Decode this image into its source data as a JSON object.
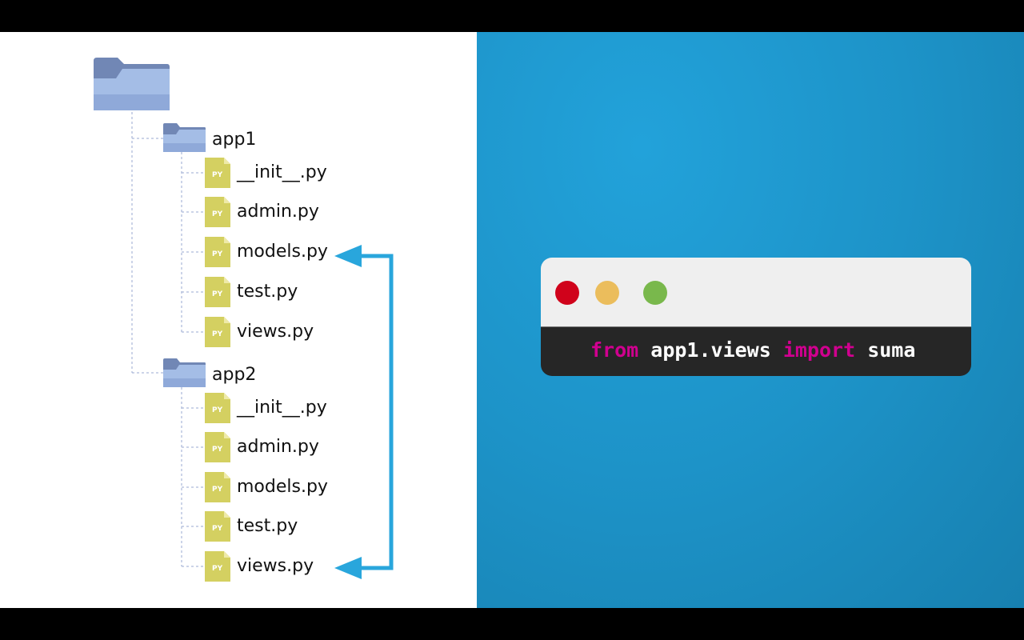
{
  "diagram": {
    "root": {
      "icon": "folder-icon"
    },
    "folders": [
      {
        "name": "app1",
        "files": [
          "__init__.py",
          "admin.py",
          "models.py",
          "test.py",
          "views.py"
        ]
      },
      {
        "name": "app2",
        "files": [
          "__init__.py",
          "admin.py",
          "models.py",
          "test.py",
          "views.py"
        ]
      }
    ],
    "file_badge": "PY",
    "arrow": {
      "from": "app2/views.py",
      "to": "app1/models.py",
      "bidirectional": true,
      "color": "#29a6dc"
    }
  },
  "code_window": {
    "buttons": [
      "close",
      "minimize",
      "maximize"
    ],
    "tokens": [
      {
        "text": "from",
        "kind": "keyword"
      },
      {
        "text": " app1.views ",
        "kind": "text"
      },
      {
        "text": "import",
        "kind": "keyword"
      },
      {
        "text": " suma",
        "kind": "text"
      }
    ]
  },
  "colors": {
    "keyword": "#d0008f",
    "folder": "#9db5df",
    "file": "#d4d061",
    "background_right": "#1f97cc"
  }
}
